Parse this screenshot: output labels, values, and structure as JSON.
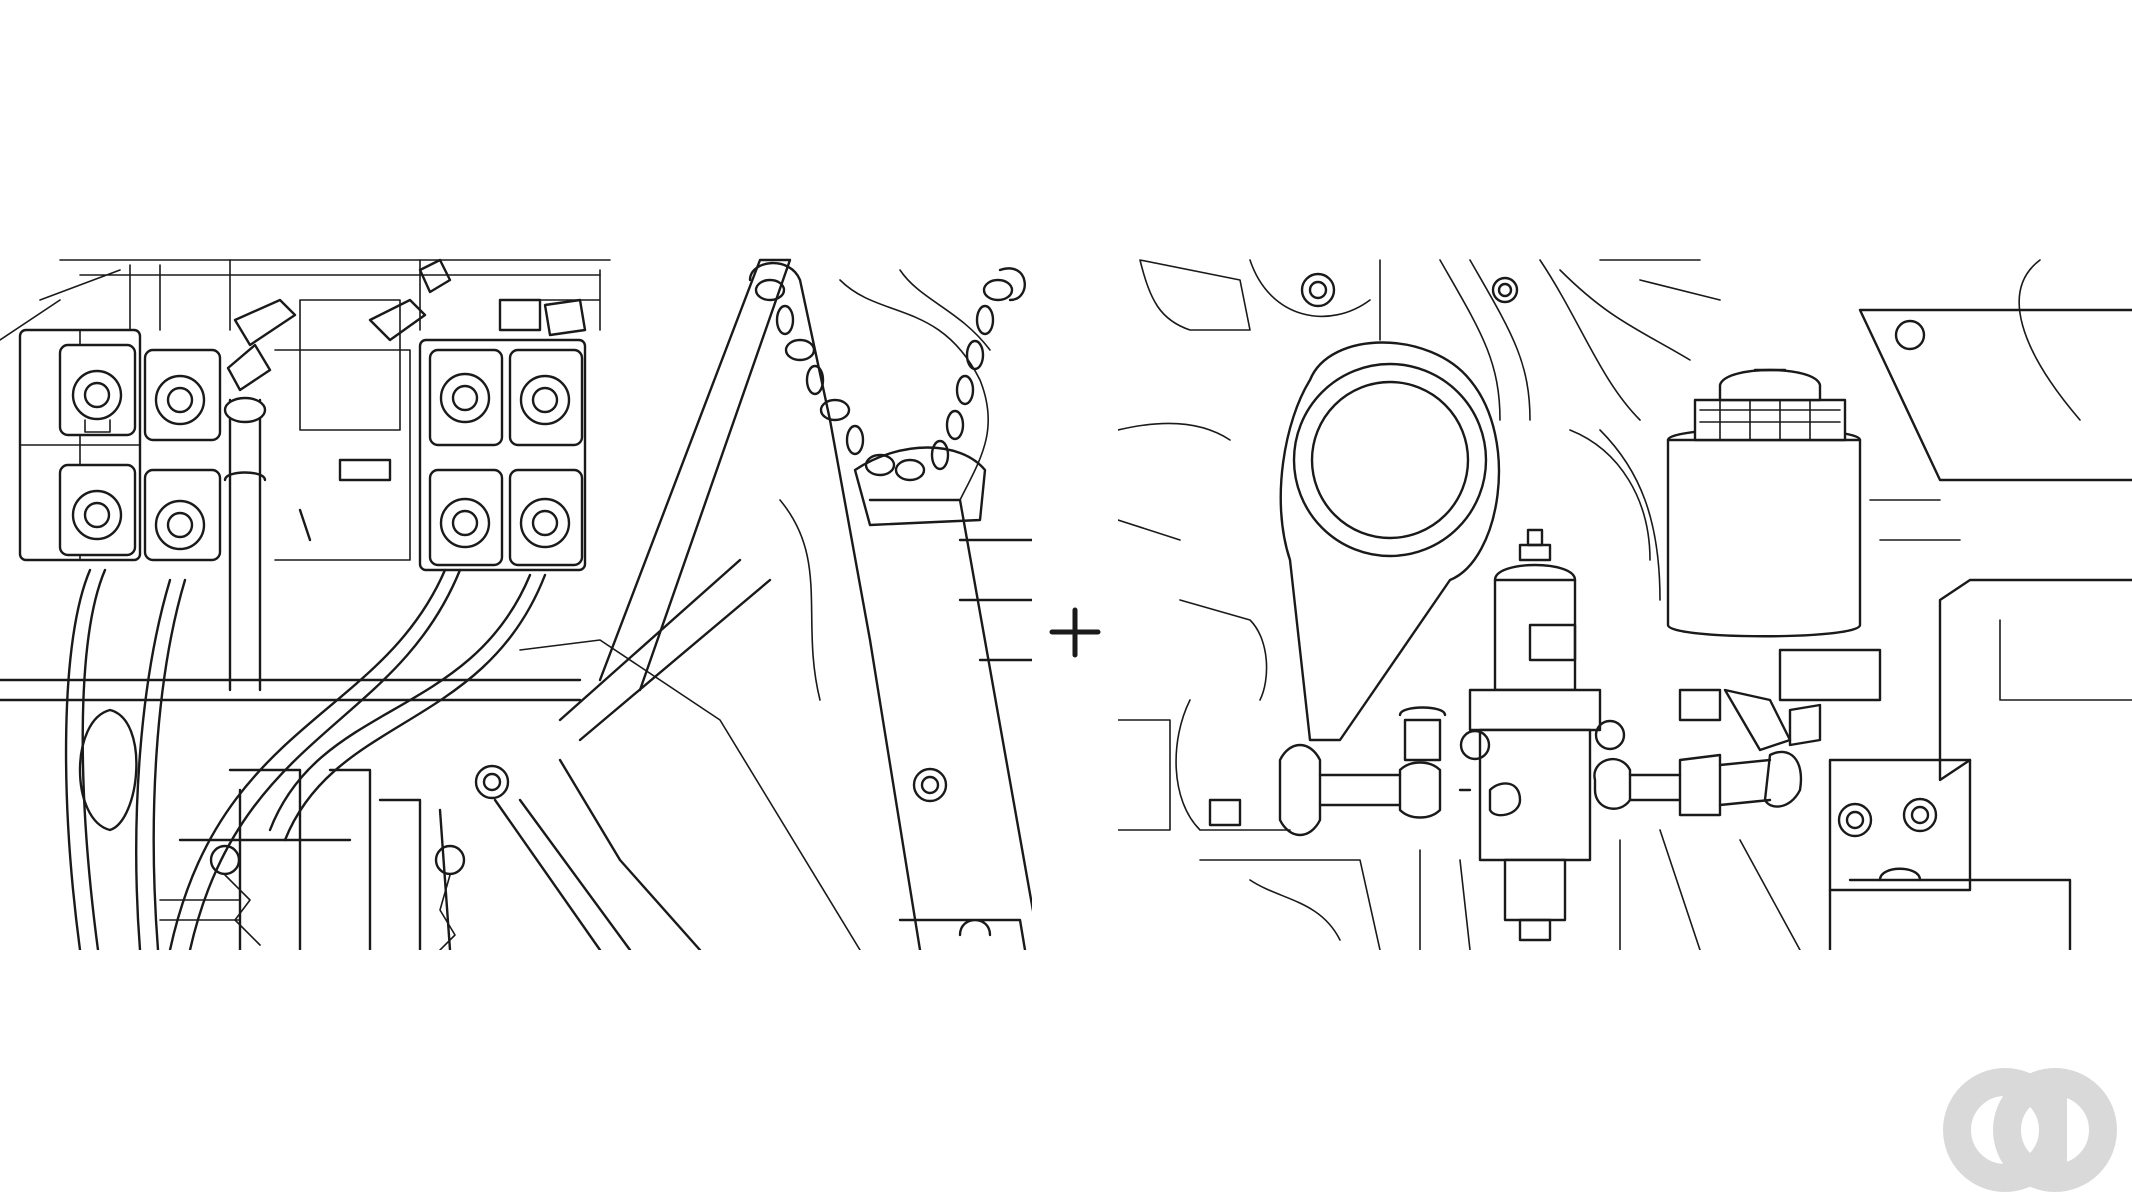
{
  "figure": {
    "panels": [
      {
        "id": "left",
        "subject": "hydraulic-couplers-and-top-link"
      },
      {
        "id": "right",
        "subject": "valve-block-and-reservoir"
      }
    ],
    "join_symbol": "plus-icon",
    "watermark_logo": "ao",
    "colors": {
      "line": "#1a1a1a",
      "background": "#ffffff",
      "watermark": "#d9d9d9"
    }
  }
}
